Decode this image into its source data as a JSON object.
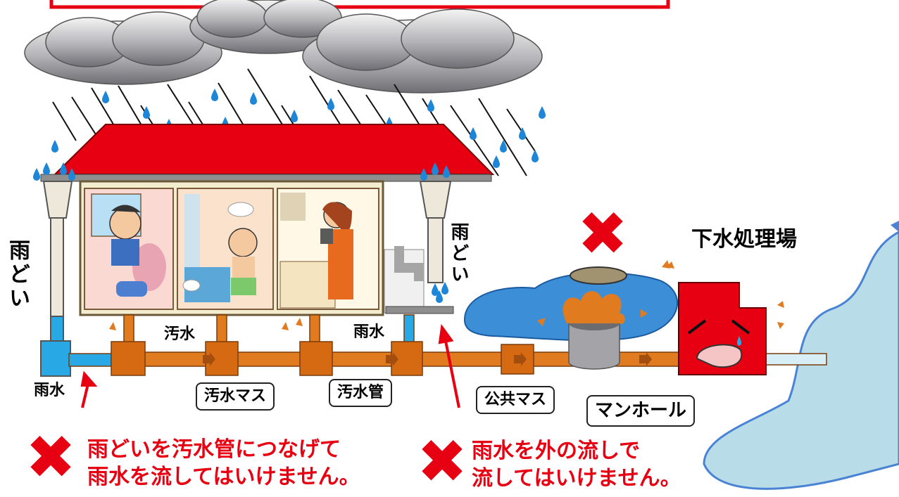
{
  "labels": {
    "downspout_left": "雨どい",
    "downspout_right": "雨どい",
    "sewage": "汚水",
    "rainwater_mid": "雨水",
    "rainwater_left": "雨水",
    "treatment_plant": "下水処理場"
  },
  "callouts": {
    "sewage_box": "汚水マス",
    "sewage_pipe": "汚水管",
    "public_box": "公共マス",
    "manhole": "マンホール"
  },
  "warnings": {
    "left_line1": "雨どいを汚水管につなげて",
    "left_line2": "雨水を流してはいけません。",
    "right_line1": "雨水を外の流しで",
    "right_line2": "流してはいけません。"
  },
  "icons": {
    "x_mark": "✖"
  },
  "colors": {
    "pipe": "#e07b1f",
    "roof": "#e60012",
    "downspout": "#eee8da",
    "rainwater": "#29a8e6",
    "puddle": "#3c8fd6",
    "river": "#b8dce8",
    "plant": "#e60012",
    "warn": "#e60012"
  }
}
